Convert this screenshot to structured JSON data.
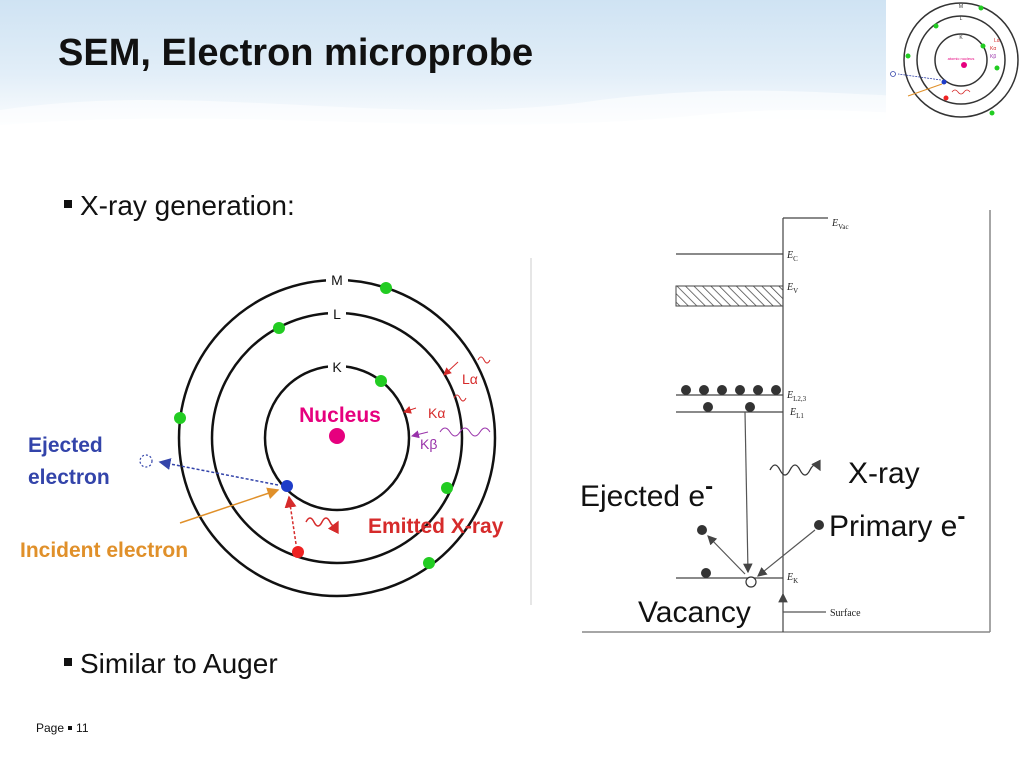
{
  "slide": {
    "title": "SEM, Electron microprobe",
    "bullets": [
      "X-ray generation:",
      "Similar to Auger"
    ],
    "footer": {
      "page_label": "Page",
      "page_number": "11"
    }
  },
  "atom_diagram": {
    "shell_labels": {
      "m": "M",
      "l": "L",
      "k": "K"
    },
    "nucleus_label": "Nucleus",
    "ejected_label_line1": "Ejected",
    "ejected_label_line2": "electron",
    "incident_label": "Incident electron",
    "emitted_label": "Emitted X-ray",
    "transition_labels": {
      "l_alpha": "Lα",
      "k_alpha": "Kα",
      "k_beta": "Kβ"
    },
    "colors": {
      "nucleus": "#e6007e",
      "electron": "#22cc22",
      "ejected": "#3344aa",
      "incident": "#e0902a",
      "emitted": "#d62b2b",
      "vacancy_electron": "#1e3cc8",
      "primary_electron": "#ee2222"
    }
  },
  "energy_diagram": {
    "levels": {
      "vac": "E",
      "vac_sub": "Vac",
      "c": "E",
      "c_sub": "C",
      "v": "E",
      "v_sub": "V",
      "l23": "E",
      "l23_sub": "L2,3",
      "l1": "E",
      "l1_sub": "L1",
      "k": "E",
      "k_sub": "K"
    },
    "xray_label": "X-ray",
    "ejected_label": "Ejected e",
    "primary_label": "Primary e",
    "vacancy_label": "Vacancy",
    "surface_label": "Surface",
    "charge_symbol": "-"
  },
  "thumbnail": {
    "shells": [
      "M",
      "L",
      "K"
    ],
    "nucleus_text": "atomic nucleus",
    "transitions": [
      "Lα",
      "Kα",
      "Kβ"
    ]
  }
}
